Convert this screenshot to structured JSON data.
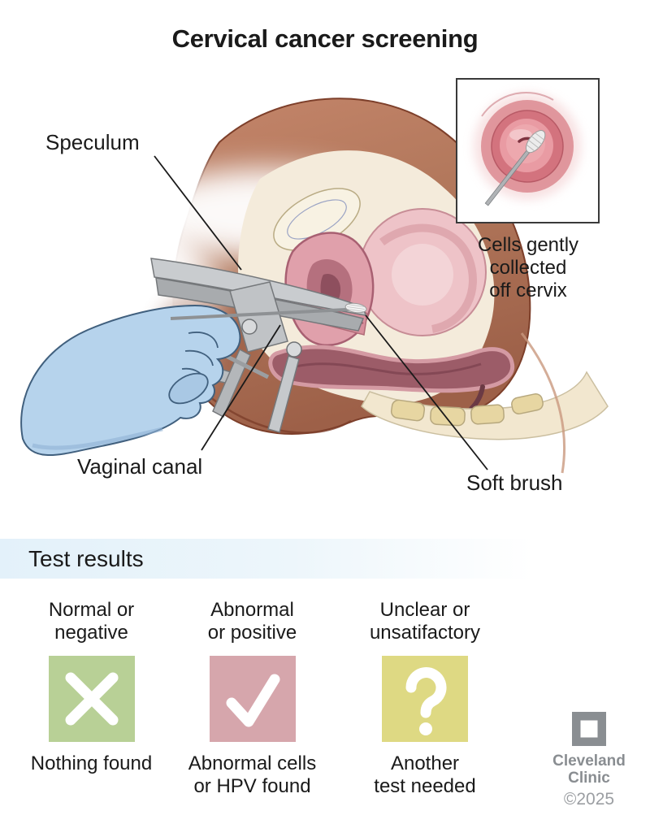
{
  "title": "Cervical cancer screening",
  "illustration": {
    "labels": {
      "speculum": "Speculum",
      "vaginal_canal": "Vaginal canal",
      "soft_brush": "Soft brush"
    },
    "inset_caption_lines": [
      "Cells gently",
      "collected",
      "off cervix"
    ]
  },
  "test_results": {
    "heading": "Test results",
    "band_color": "#e3f1fa",
    "items": [
      {
        "id": "normal",
        "title_lines": [
          "Normal or",
          "negative"
        ],
        "icon": "x-mark-icon",
        "box_color": "#b8d096",
        "caption_lines": [
          "Nothing found",
          ""
        ]
      },
      {
        "id": "abnormal",
        "title_lines": [
          "Abnormal",
          "or positive"
        ],
        "icon": "check-mark-icon",
        "box_color": "#d6a6ac",
        "caption_lines": [
          "Abnormal cells",
          "or HPV found"
        ]
      },
      {
        "id": "unclear",
        "title_lines": [
          "Unclear or",
          "unsatifactory"
        ],
        "icon": "question-mark-icon",
        "box_color": "#ded983",
        "caption_lines": [
          "Another",
          "test needed"
        ]
      }
    ]
  },
  "footer": {
    "brand_lines": [
      "Cleveland",
      "Clinic"
    ],
    "brand_color": "#898d91",
    "copyright": "©2025"
  }
}
